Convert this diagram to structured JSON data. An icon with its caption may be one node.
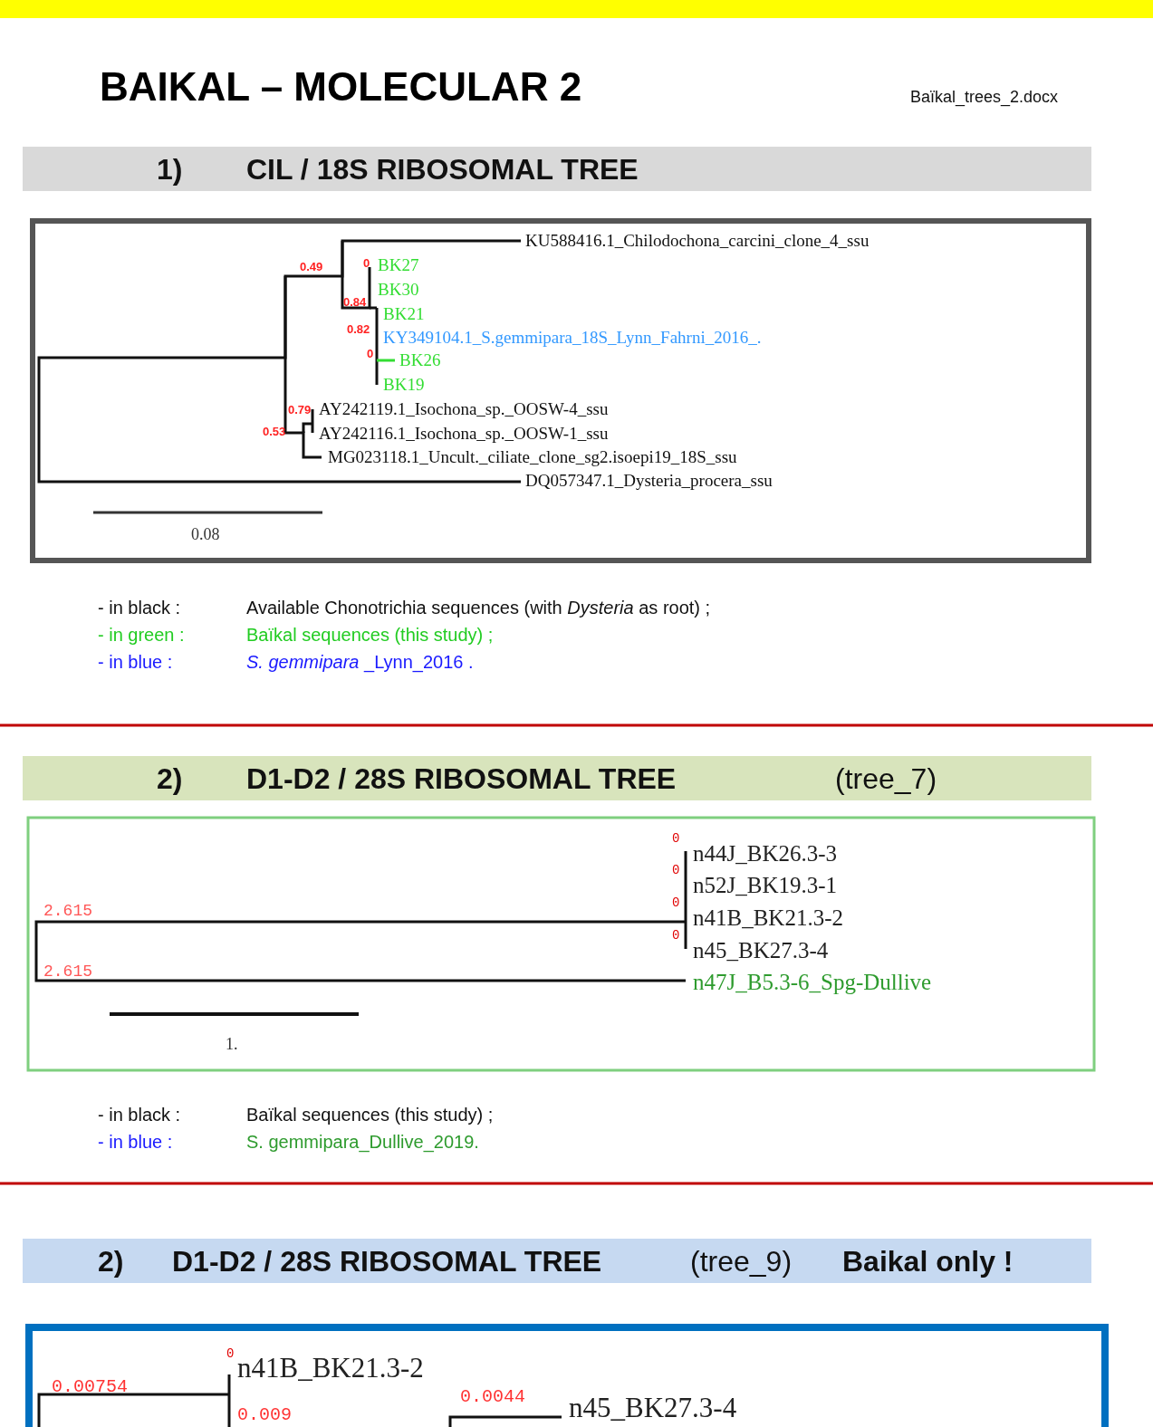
{
  "diagram": {
    "title": "BAIKAL – MOLECULAR 2",
    "nodes": [
      {
        "text": [],
        "shape": "bar"
      },
      {
        "text": [
          "1)",
          "CIL / 18S RIBOSOMAL TREE"
        ]
      },
      {
        "text": [
          "2)",
          "D1-D2 / 28S RIBOSOMAL TREE",
          "(tree_7)"
        ]
      },
      {
        "text": [
          "2)",
          "D1-D2 / 28S RIBOSOMAL TREE",
          "(tree_9)",
          "Baikal only !"
        ]
      }
    ],
    "labels": [
      "Baïkal_trees_2.docx",
      "KU588416.1_Chilodochona_carcini_clone_4_ssu",
      "0.49",
      "0",
      "BK27",
      "BK30",
      "0.84",
      "BK21",
      "0.82",
      "KY349104.1_S.gemmipara_18S_Lynn_Fahrni_2016_.",
      "0",
      "BK26",
      "BK19",
      "0.79",
      "AY242119.1_Isochona_sp._OOSW-4_ssu",
      "0.53",
      "AY242116.1_Isochona_sp._OOSW-1_ssu",
      "MG023118.1_Uncult._ciliate_clone_sg2.isoepi19_18S_ssu",
      "DQ057347.1_Dysteria_procera_ssu",
      "0.08",
      "- in black :",
      "Available Chonotrichia sequences (with *Dysteria* as root) ;",
      "- in green :",
      "Baïkal sequences (this study) ;",
      "- in blue :",
      "*S. gemmipara* _Lynn_2016 .",
      "0",
      "n44J_BK26.3-3",
      "0",
      "n52J_BK19.3-1",
      "2.615",
      "0",
      "n41B_BK21.3-2",
      "0",
      "n45_BK27.3-4",
      "2.615",
      "n47J_B5.3-6_Spg-Dullive",
      "1.",
      "- in black :",
      "Baïkal sequences (this study) ;",
      "- in blue :",
      "S. gemmipara_Dullive_2019.",
      "0",
      "n41B_BK21.3-2",
      "0.00754",
      "0.0044",
      "n45_BK27.3-4",
      "0.009"
    ]
  }
}
